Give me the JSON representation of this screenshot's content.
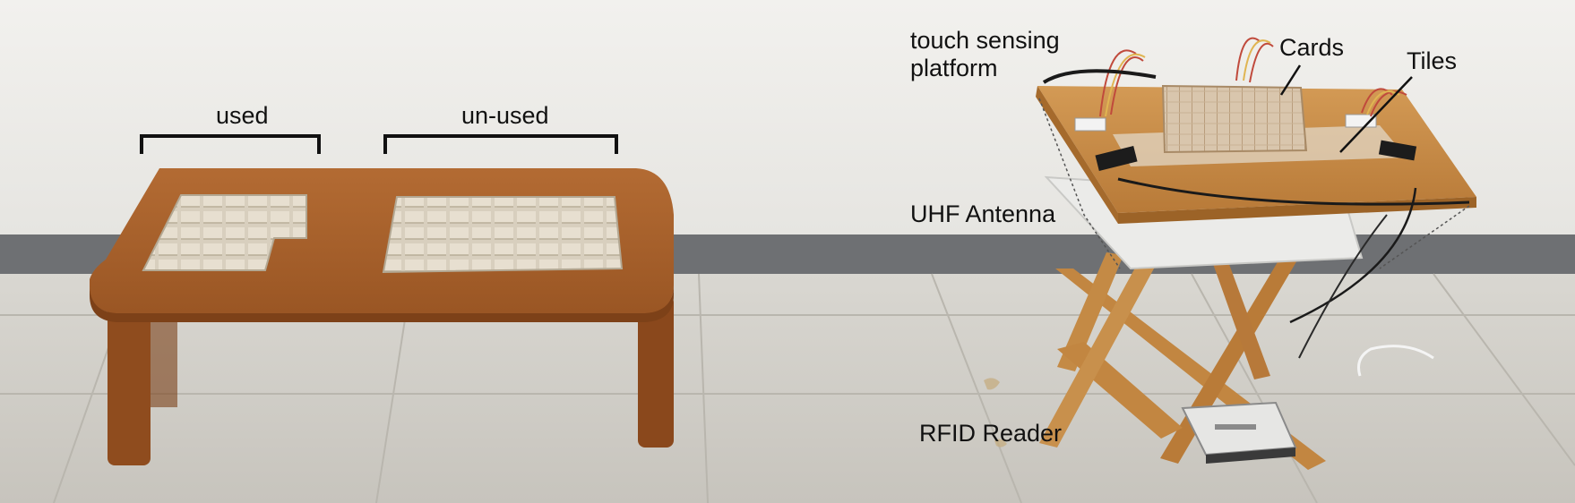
{
  "labels": {
    "used": "used",
    "unused": "un-used",
    "touch_line1": "touch sensing",
    "touch_line2": "platform",
    "cards": "Cards",
    "tiles": "Tiles",
    "uhf": "UHF Antenna",
    "rfid": "RFID Reader"
  },
  "colors": {
    "wall": "#f0efec",
    "baseboard": "#6e7073",
    "floor": "#cfcdc7",
    "wood_table": "#a9622c",
    "wood_stand": "#c98d4a",
    "tiles": "#dcd3c3",
    "cable": "#1a1a1a",
    "antenna": "#e8e8e6"
  }
}
